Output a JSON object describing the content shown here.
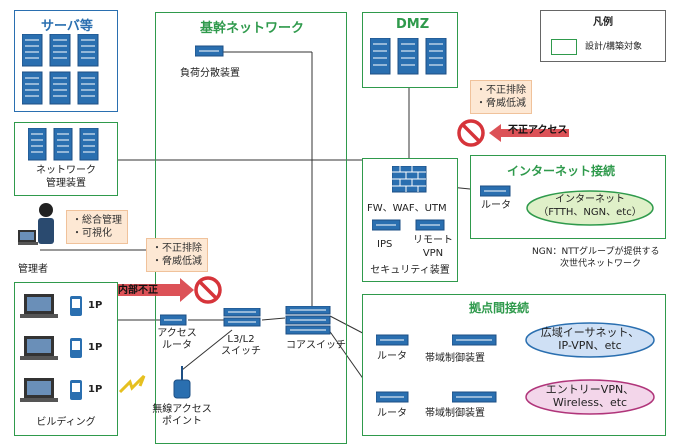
{
  "servers_label": "サーバ等",
  "core_label": "基幹ネットワーク",
  "dmz_label": "DMZ",
  "legend": {
    "title": "凡例",
    "item": "設計/構築対象"
  },
  "load_balancer": "負荷分散装置",
  "mgmt_device": [
    "ネットワーク",
    "管理装置"
  ],
  "admin": "管理者",
  "admin_notes": [
    "・総合管理",
    "・可視化"
  ],
  "threat_notes_top": [
    "・不正排除",
    "・脅威低減"
  ],
  "threat_notes_mid": [
    "・不正排除",
    "・脅威低減"
  ],
  "unauthorized_access": "不正アクセス",
  "internal_unauthorized": "内部不正",
  "security": {
    "fw": "FW、WAF、UTM",
    "ips": "IPS",
    "remote_vpn": [
      "リモート",
      "VPN"
    ],
    "label": "セキュリティ装置"
  },
  "internet": {
    "title": "インターネット接続",
    "router": "ルータ",
    "cloud": [
      "インターネット",
      "（FTTH、NGN、etc）"
    ],
    "ngn_note": [
      "NGN：NTTグループが提供する",
      "次世代ネットワーク"
    ]
  },
  "building": {
    "label": "ビルディング",
    "phone": "1P"
  },
  "access_router": [
    "アクセス",
    "ルータ"
  ],
  "l3l2_switch": [
    "L3/L2",
    "スイッチ"
  ],
  "core_switch": "コアスイッチ",
  "wireless_ap": [
    "無線アクセス",
    "ポイント"
  ],
  "inter_site": {
    "title": "拠点間接続",
    "router": "ルータ",
    "bandwidth": "帯域制御装置",
    "cloud1": [
      "広域イーサネット、",
      "IP-VPN、etc"
    ],
    "cloud2": [
      "エントリーVPN、",
      "Wireless、etc"
    ]
  },
  "colors": {
    "blue": "#2a6fb0",
    "green": "#2f9a4c",
    "note_bg": "#fde8d4",
    "cloud_green": "#dff0c8",
    "cloud_blue": "#cfe0f5",
    "cloud_pink": "#f3d6ea",
    "arrow_red": "#d6343a"
  }
}
